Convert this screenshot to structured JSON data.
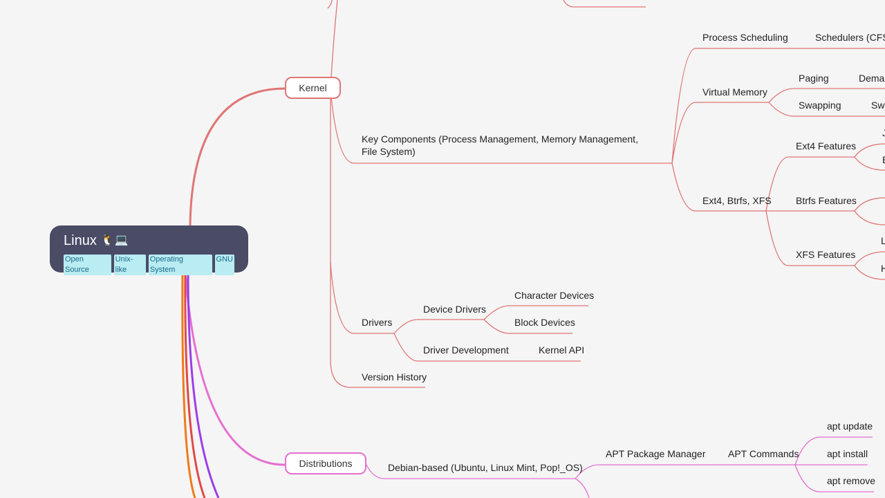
{
  "root": {
    "title": "Linux",
    "emoji": "🐧💻",
    "tags": [
      "Open Source",
      "Unix-like",
      "Operating System",
      "GNU"
    ]
  },
  "colors": {
    "kernel_branch": "#e07575",
    "distributions_branch": "#e66fd0",
    "root_bg": "#4a4c66",
    "tag_bg": "#b9ecf3"
  },
  "branches": {
    "kernel": {
      "label": "Kernel",
      "key_components": {
        "label": "Key Components (Process Management, Memory Management, File System)",
        "process_scheduling": {
          "label": "Process Scheduling",
          "child": "Schedulers (CFS,"
        },
        "virtual_memory": {
          "label": "Virtual Memory",
          "paging": {
            "label": "Paging",
            "child": "Demar"
          },
          "swapping": {
            "label": "Swapping",
            "child": "Swa"
          }
        },
        "filesystems": {
          "label": "Ext4, Btrfs, XFS",
          "ext4": {
            "label": "Ext4 Features",
            "children": [
              "J",
              "E"
            ]
          },
          "btrfs": {
            "label": "Btrfs Features"
          },
          "xfs": {
            "label": "XFS Features",
            "children": [
              "L",
              "H"
            ]
          }
        }
      },
      "drivers": {
        "label": "Drivers",
        "device_drivers": {
          "label": "Device Drivers",
          "children": [
            "Character Devices",
            "Block Devices"
          ]
        },
        "driver_development": {
          "label": "Driver Development",
          "child": "Kernel API"
        }
      },
      "version_history": {
        "label": "Version History"
      }
    },
    "distributions": {
      "label": "Distributions",
      "debian": {
        "label": "Debian-based (Ubuntu, Linux Mint, Pop!_OS)",
        "apt": {
          "label": "APT Package Manager",
          "commands": {
            "label": "APT Commands",
            "children": [
              "apt update",
              "apt install",
              "apt remove"
            ]
          }
        }
      }
    }
  }
}
